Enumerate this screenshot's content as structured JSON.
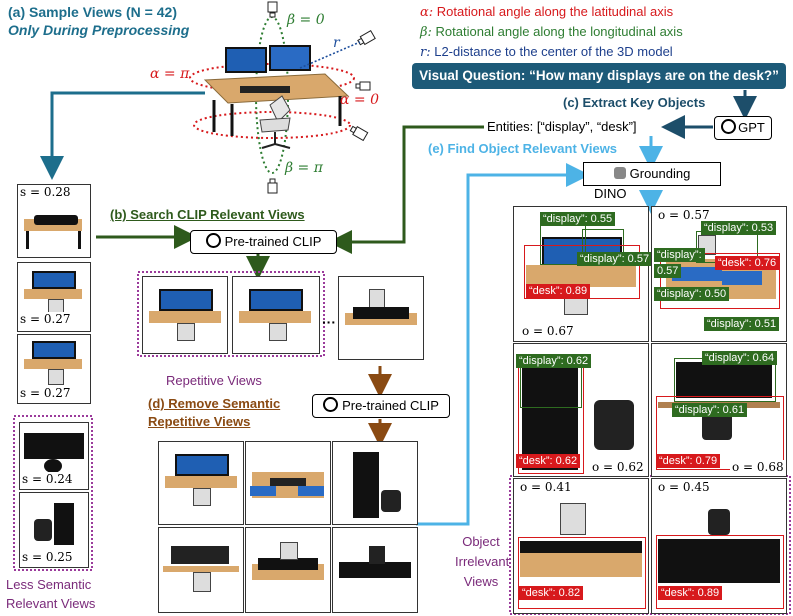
{
  "sample_views": {
    "title": "(a) Sample Views (N = 42)",
    "subtitle": "Only During Preprocessing",
    "beta_top": "β = 0",
    "beta_bottom": "β = π",
    "alpha_left": "α = π",
    "alpha_right": "α = 0",
    "r_label": "r"
  },
  "legend": {
    "alpha": {
      "symbol": "α:",
      "text": " Rotational angle along the latitudinal axis"
    },
    "beta": {
      "symbol": "β:",
      "text": " Rotational angle along the longitudinal axis"
    },
    "r": {
      "symbol": "r:",
      "text": " L2-distance to the center of the 3D model"
    }
  },
  "question": "Visual Question: “How many displays are on the desk?”",
  "steps": {
    "b": "(b) Search CLIP Relevant Views",
    "c": "(c) Extract Key Objects",
    "d1": "(d) Remove Semantic",
    "d2": "Repetitive Views",
    "e": "(e) Find Object Relevant Views"
  },
  "entities": "Entities: [“display”, “desk”]",
  "modules": {
    "clip_b": "Pre-trained CLIP",
    "clip_d": "Pre-trained CLIP",
    "gpt": "GPT",
    "grounding_1": "Grounding",
    "grounding_2": "DINO"
  },
  "left_column": {
    "scores": [
      "s = 0.28",
      "s = 0.27",
      "s = 0.27",
      "s = 0.24",
      "s = 0.25"
    ],
    "caption_1": "Less Semantic",
    "caption_2": "Relevant Views"
  },
  "repetitive_caption": "Repetitive Views",
  "ellipsis": "···",
  "object_irrelevant": [
    "Object",
    "Irrelevant",
    "Views"
  ],
  "grounding_panels": [
    {
      "score": "o = 0.67",
      "labels": [
        "“display”: 0.55",
        "“display”: 0.57",
        "“desk”: 0.89"
      ]
    },
    {
      "score": "o = 0.57",
      "labels": [
        "“display”: 0.53",
        "“display”:",
        "0.57",
        "“desk”: 0.76",
        "“display”: 0.50",
        "“display”: 0.51"
      ]
    },
    {
      "score": "o = 0.62",
      "labels": [
        "“display”: 0.62",
        "“desk”: 0.62"
      ]
    },
    {
      "score": "o = 0.68",
      "labels": [
        "“display”: 0.64",
        "“display”: 0.61",
        "“desk”: 0.79"
      ]
    },
    {
      "score": "o = 0.41",
      "labels": [
        "“desk”: 0.82"
      ]
    },
    {
      "score": "o = 0.45",
      "labels": [
        "“desk”: 0.89"
      ]
    }
  ],
  "colors": {
    "teal": "#1d6e8c",
    "dark_green": "#2e5a1c",
    "brown": "#8a4a12",
    "light_blue": "#4db3e6",
    "purple": "#7a2a7a",
    "red": "#d7191c",
    "label_green": "#2e6b20"
  }
}
